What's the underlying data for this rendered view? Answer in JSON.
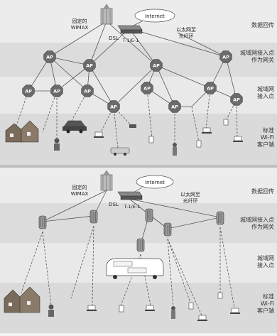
{
  "top_panel": {
    "internet": "Internet",
    "wimax": "固定的\nWIMAX",
    "dsl": "DSL",
    "t1": "T-1/E-1",
    "ethernet": "以太网至\n光纤环",
    "ap_label": "AP",
    "bands": [
      "数据回传",
      "城域网接入点\n作为网关",
      "城域网\n接入点",
      "标准\nWi-Fi\n客户端"
    ]
  },
  "bottom_panel": {
    "internet": "Internet",
    "wimax": "固定的\nWIMAX",
    "dsl": "DSL",
    "t1": "T-1/E-1",
    "ethernet": "以太网至\n光纤环",
    "bands": [
      "数据回传",
      "城域网接入点\n作为网关",
      "城域网\n接入点",
      "标准\nWi-Fi\n客户端"
    ]
  },
  "colors": {
    "ap": "#6b6b6b",
    "band_dark": "#d9d9d9",
    "band_light": "#eeeeee",
    "line": "#444444"
  }
}
